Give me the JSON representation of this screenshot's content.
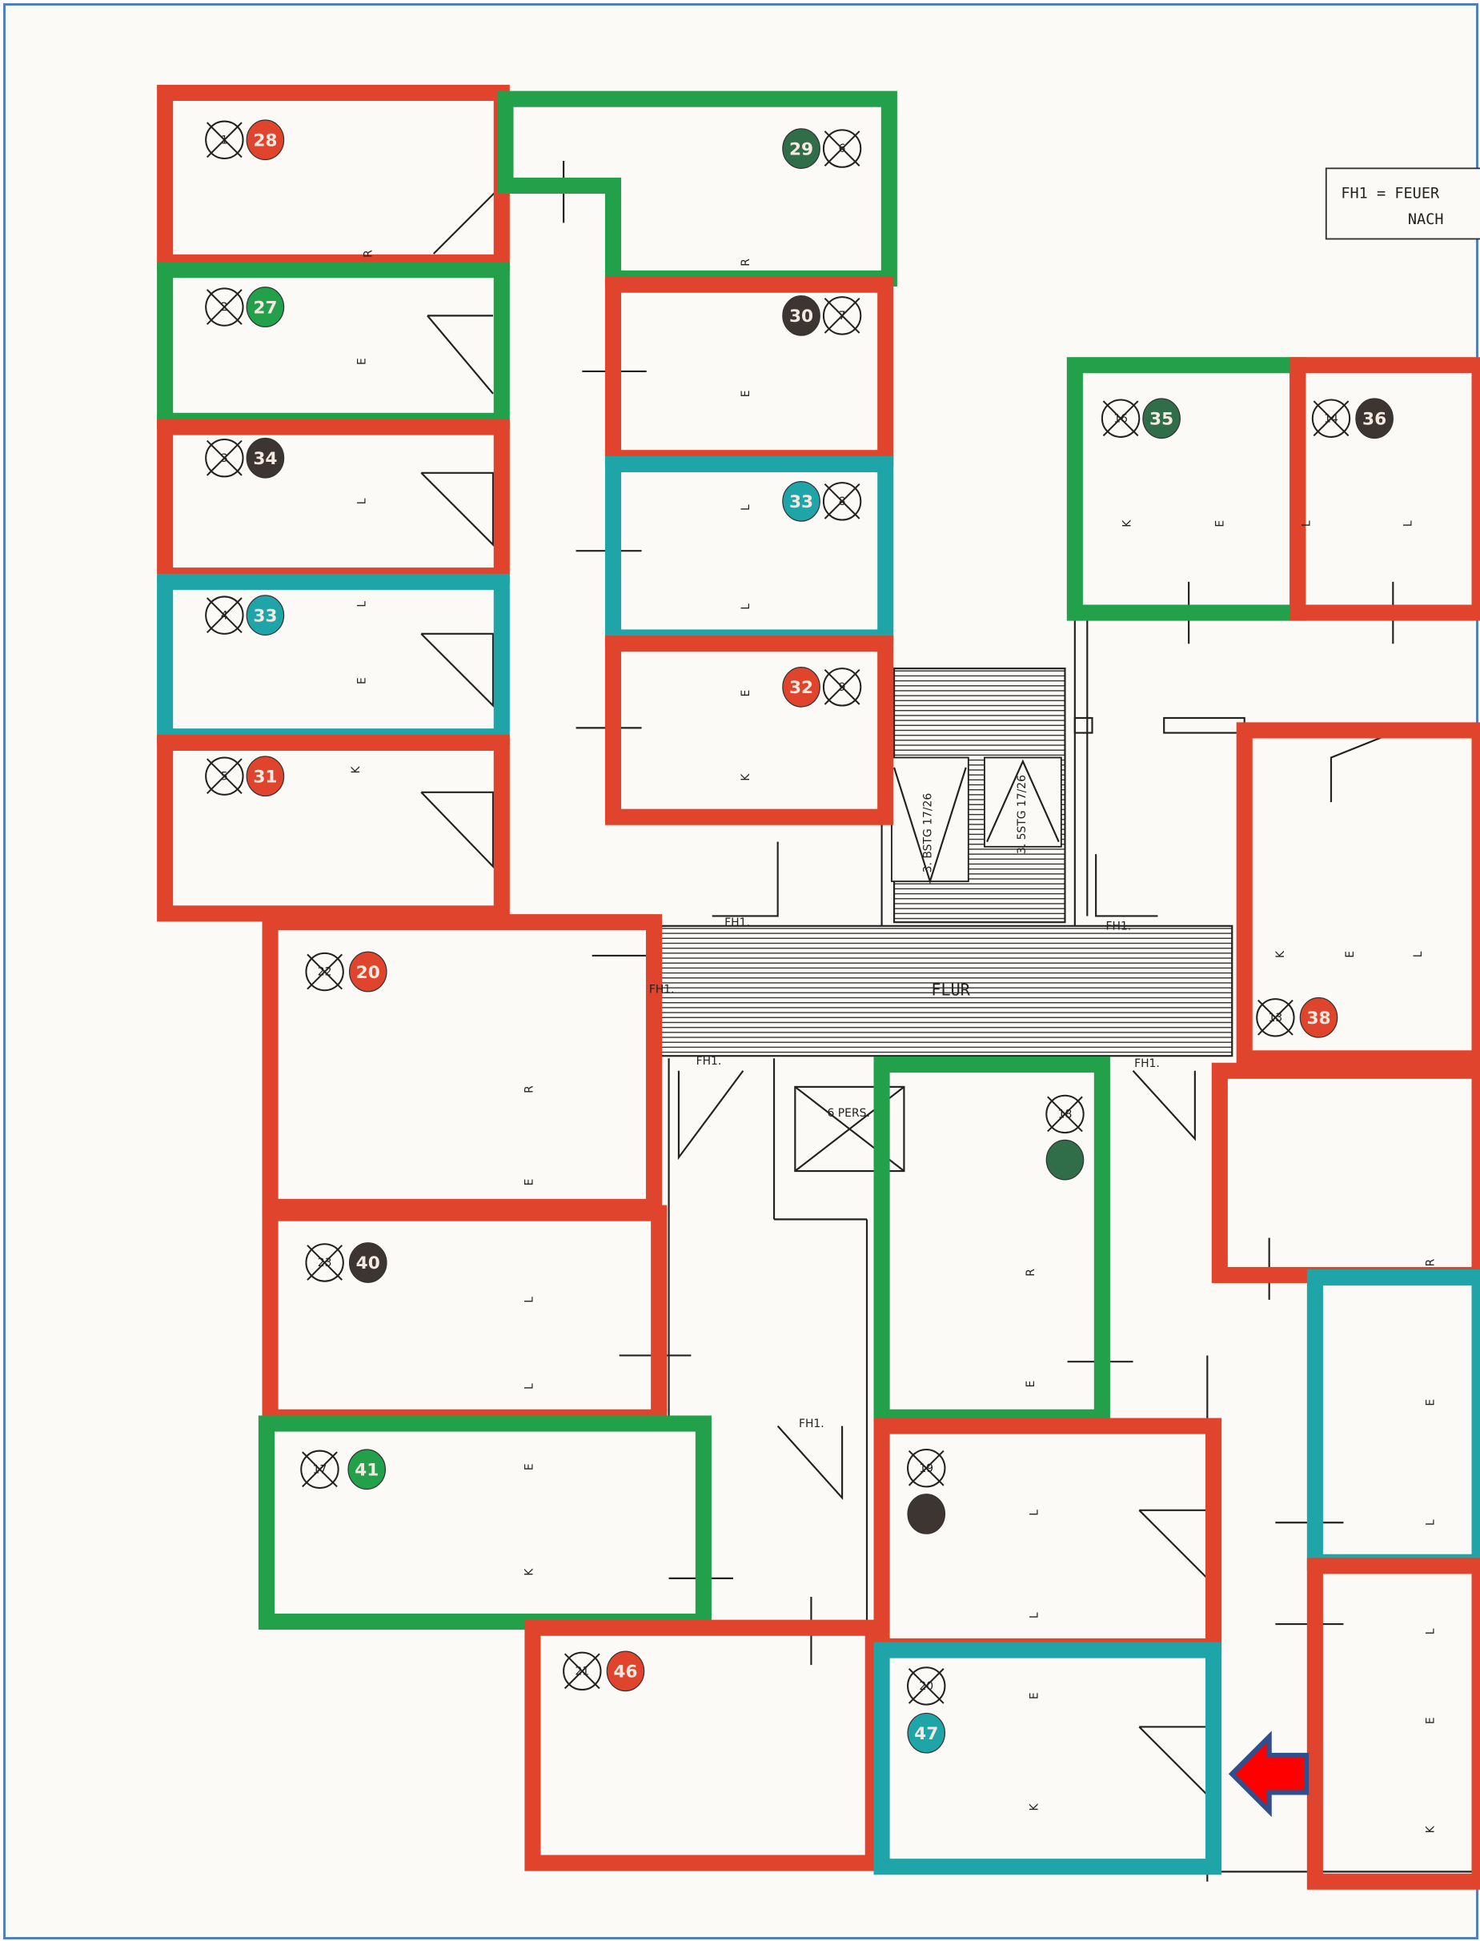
{
  "legend": {
    "line1": "FH1 = FEUER",
    "line2": "NACH"
  },
  "colors": {
    "red": "#e0442c",
    "green": "#22a04a",
    "teal": "#1fa5a8",
    "dark": "#3d3532",
    "darkgreen": "#2f6e48",
    "arrow": "#ff0000",
    "arrow_outline": "#2f4f8f",
    "frame": "#4f81bd"
  },
  "labels": {
    "flur": "FLUR",
    "fh1": "FH1.",
    "elevator": "6 PERS.",
    "stair_left": "3. BSTG 17/26",
    "stair_right": "3. 5STG 17/26"
  },
  "rooms": [
    {
      "wall": "red",
      "old": "1",
      "new": "28",
      "new_color": "red",
      "letters": [
        "R"
      ]
    },
    {
      "wall": "green",
      "old": "2",
      "new": "27",
      "new_color": "green",
      "letters": [
        "E"
      ]
    },
    {
      "wall": "red",
      "old": "3",
      "new": "34",
      "new_color": "dark",
      "letters": [
        "L"
      ]
    },
    {
      "wall": "teal",
      "old": "4",
      "new": "33",
      "new_color": "teal",
      "letters": [
        "L",
        "E"
      ]
    },
    {
      "wall": "red",
      "old": "5",
      "new": "31",
      "new_color": "red",
      "letters": [
        "K"
      ]
    },
    {
      "wall": "green",
      "old": "6",
      "new": "29",
      "new_color": "darkgreen",
      "letters": [
        "R"
      ]
    },
    {
      "wall": "red",
      "old": "7",
      "new": "30",
      "new_color": "dark",
      "letters": [
        "E"
      ]
    },
    {
      "wall": "teal",
      "old": "8",
      "new": "33",
      "new_color": "teal",
      "letters": [
        "L",
        "L"
      ]
    },
    {
      "wall": "red",
      "old": "9",
      "new": "32",
      "new_color": "red",
      "letters": [
        "E",
        "K"
      ]
    },
    {
      "wall": "green",
      "old": "16",
      "new": "35",
      "new_color": "darkgreen",
      "letters": [
        "K",
        "E"
      ]
    },
    {
      "wall": "red",
      "old": "14",
      "new": "36",
      "new_color": "dark",
      "letters": [
        "L",
        "L"
      ]
    },
    {
      "wall": "red",
      "old": "13",
      "new": "38",
      "new_color": "red",
      "letters": [
        "K",
        "E",
        "L"
      ]
    },
    {
      "wall": "red",
      "old": "22",
      "new": "20",
      "new_color": "red",
      "letters": [
        "R",
        "E"
      ]
    },
    {
      "wall": "red",
      "old": "23",
      "new": "40",
      "new_color": "dark",
      "letters": [
        "L",
        "L"
      ]
    },
    {
      "wall": "green",
      "old": "17",
      "new": "41",
      "new_color": "green",
      "letters": [
        "E",
        "K"
      ]
    },
    {
      "wall": "red",
      "old": "21",
      "new": "46",
      "new_color": "red",
      "letters": []
    },
    {
      "wall": "green",
      "old": "18",
      "new": "",
      "new_color": "darkgreen",
      "letters": [
        "R",
        "E"
      ]
    },
    {
      "wall": "red",
      "old": "19",
      "new": "",
      "new_color": "dark",
      "letters": [
        "L",
        "L"
      ]
    },
    {
      "wall": "teal",
      "old": "20",
      "new": "47",
      "new_color": "teal",
      "letters": [
        "E",
        "K"
      ]
    },
    {
      "wall": "red",
      "old": "",
      "new": "",
      "new_color": "",
      "letters": [
        "R"
      ]
    },
    {
      "wall": "teal",
      "old": "",
      "new": "",
      "new_color": "",
      "letters": [
        "E",
        "L"
      ]
    },
    {
      "wall": "red",
      "old": "",
      "new": "",
      "new_color": "",
      "letters": [
        "L",
        "E",
        "K"
      ]
    }
  ]
}
